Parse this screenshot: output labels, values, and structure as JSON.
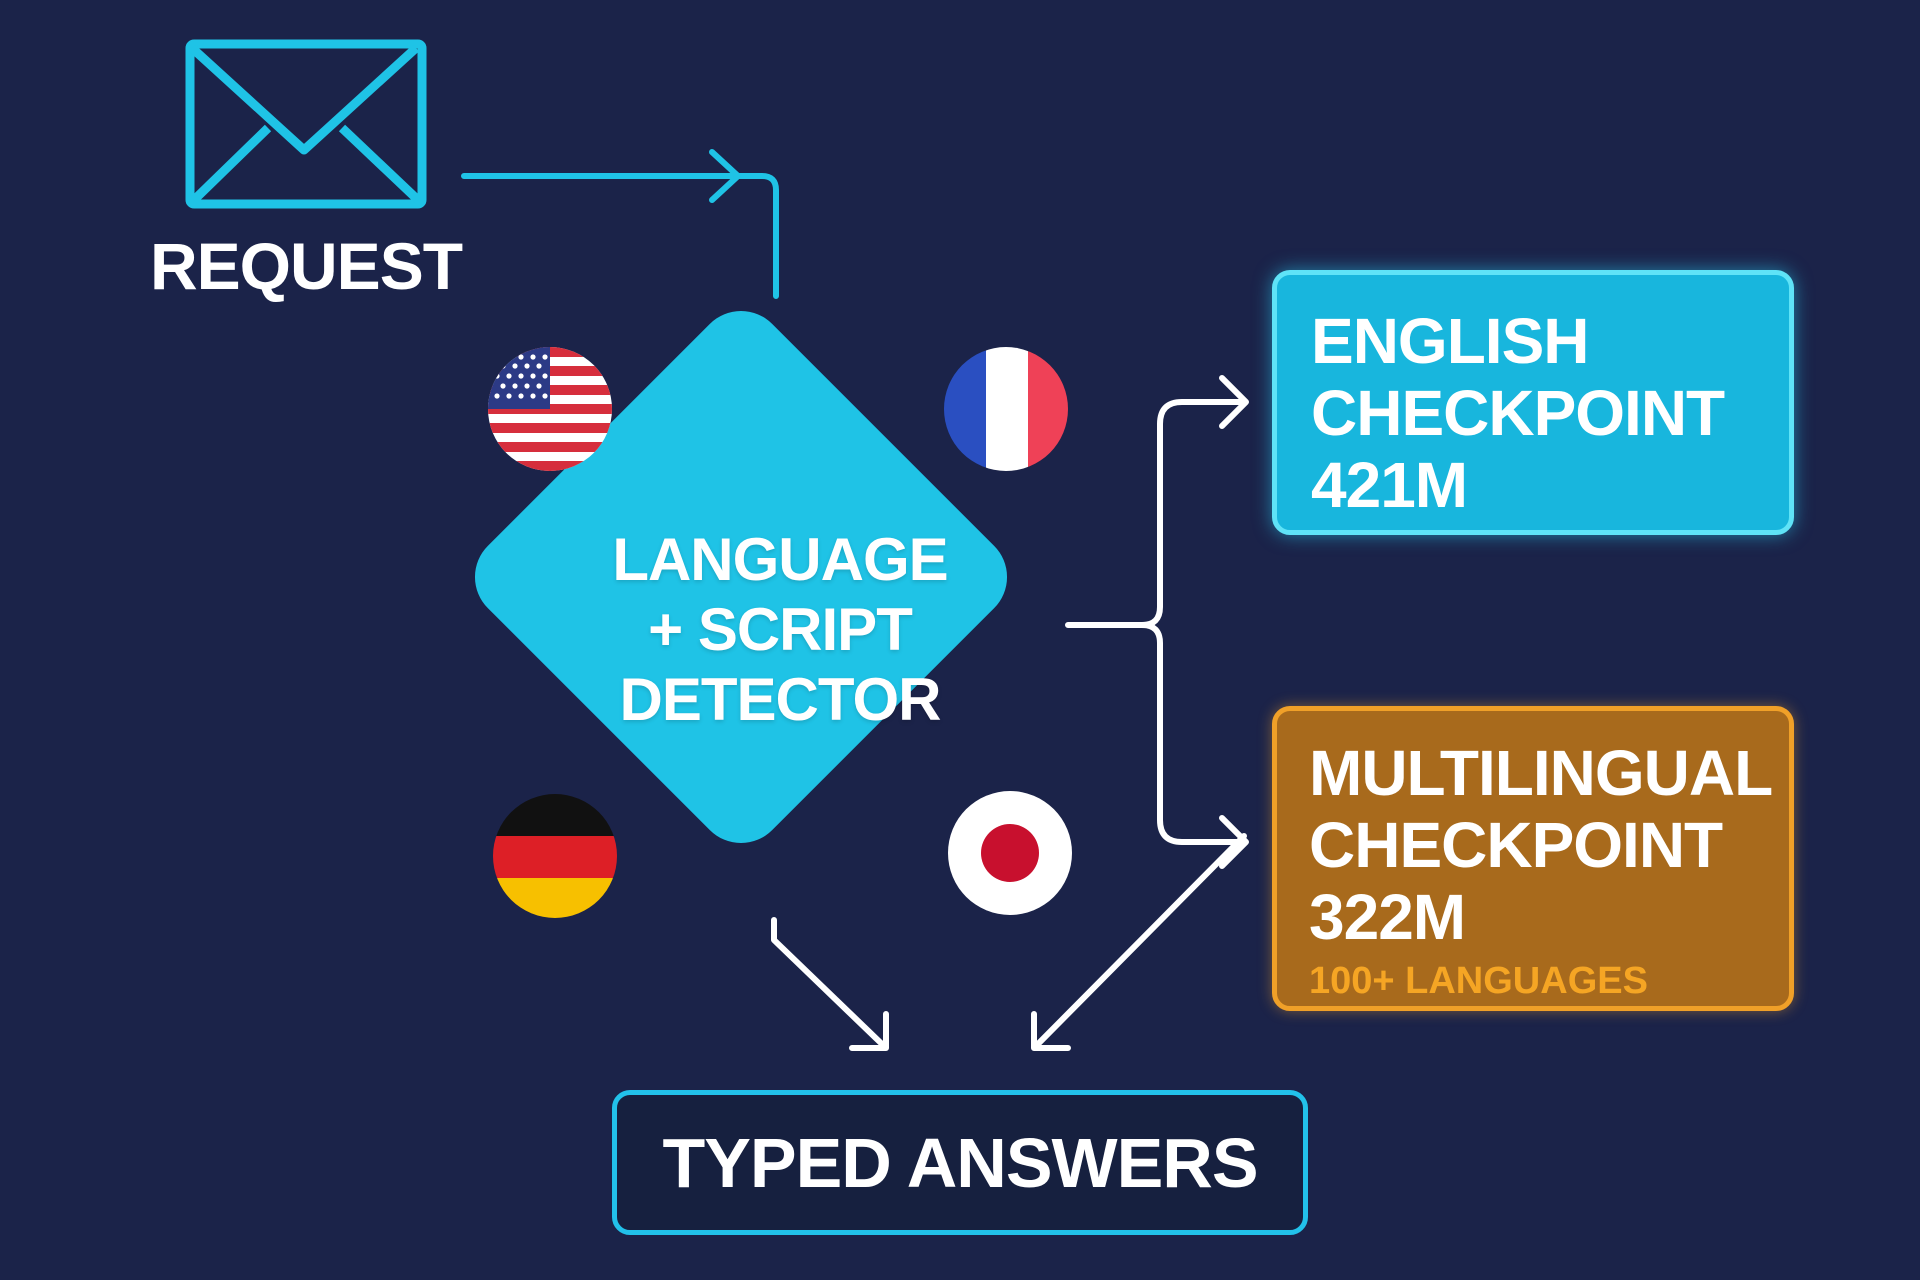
{
  "request": {
    "label": "REQUEST",
    "icon": "envelope-icon"
  },
  "detector": {
    "lines": [
      "LANGUAGE",
      "+ SCRIPT",
      "DETECTOR"
    ]
  },
  "flags": [
    "us-flag-icon",
    "france-flag-icon",
    "germany-flag-icon",
    "japan-flag-icon"
  ],
  "english": {
    "lines": [
      "ENGLISH",
      "CHECKPOINT",
      "421M"
    ]
  },
  "multilingual": {
    "lines": [
      "MULTILINGUAL",
      "CHECKPOINT",
      "322M"
    ],
    "note": "100+ LANGUAGES"
  },
  "answers": {
    "label": "TYPED ANSWERS"
  },
  "colors": {
    "background": "#1b2349",
    "accent_cyan": "#1fc3e6",
    "english_fill": "#18b6dd",
    "multilingual_fill": "#a86a1c",
    "multilingual_accent": "#f5a524",
    "connector": "#ffffff"
  }
}
